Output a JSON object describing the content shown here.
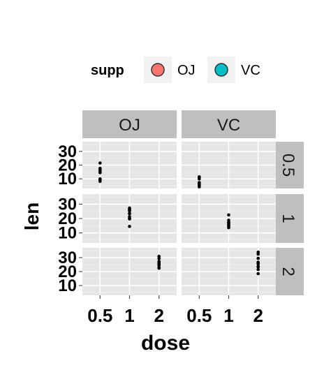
{
  "chart_data": {
    "type": "scatter",
    "legend": {
      "title": "supp",
      "placement": "top",
      "entries": [
        {
          "label": "OJ",
          "color": "#F8766D"
        },
        {
          "label": "VC",
          "color": "#00BFC4"
        }
      ]
    },
    "xlabel": "dose",
    "ylabel": "len",
    "x_categories": [
      "0.5",
      "1",
      "2"
    ],
    "y_ticks": [
      10,
      20,
      30
    ],
    "ylim": [
      3,
      37
    ],
    "grid": true,
    "facet_cols": [
      "OJ",
      "VC"
    ],
    "facet_rows": [
      "0.5",
      "1",
      "2"
    ],
    "point_color": "#000000",
    "panels": [
      {
        "supp": "OJ",
        "dose": "0.5",
        "x": "0.5",
        "len": [
          15.2,
          21.5,
          17.6,
          9.7,
          14.5,
          10.0,
          8.2,
          9.4,
          16.5,
          9.7
        ]
      },
      {
        "supp": "OJ",
        "dose": "1",
        "x": "1",
        "len": [
          19.7,
          23.3,
          23.6,
          26.4,
          20.0,
          25.2,
          25.8,
          21.2,
          14.5,
          27.3
        ]
      },
      {
        "supp": "OJ",
        "dose": "2",
        "x": "2",
        "len": [
          25.5,
          26.4,
          22.4,
          24.5,
          24.8,
          30.9,
          26.4,
          27.3,
          29.4,
          23.0
        ]
      },
      {
        "supp": "VC",
        "dose": "0.5",
        "x": "0.5",
        "len": [
          4.2,
          11.5,
          7.3,
          5.8,
          6.4,
          10.0,
          11.2,
          11.2,
          5.2,
          7.0
        ]
      },
      {
        "supp": "VC",
        "dose": "1",
        "x": "1",
        "len": [
          16.5,
          16.5,
          15.2,
          17.3,
          22.5,
          17.3,
          13.6,
          14.5,
          18.8,
          15.5
        ]
      },
      {
        "supp": "VC",
        "dose": "2",
        "x": "2",
        "len": [
          23.6,
          18.5,
          33.9,
          25.5,
          26.4,
          32.5,
          26.7,
          21.5,
          23.3,
          29.5
        ]
      }
    ]
  }
}
